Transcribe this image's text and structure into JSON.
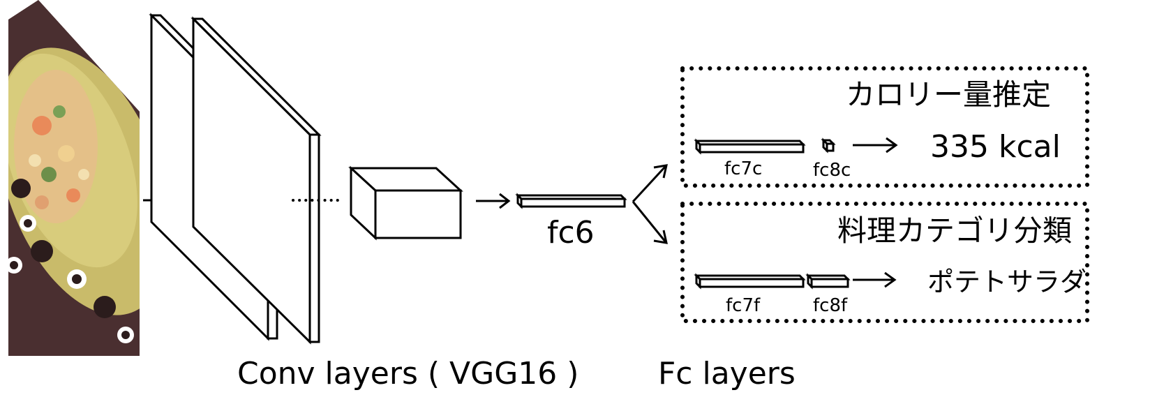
{
  "input": {
    "alt": "food photo (salad on a plate)"
  },
  "conv": {
    "caption": "Conv layers ( VGG16 )"
  },
  "fc6": {
    "label": "fc6"
  },
  "fc": {
    "caption": "Fc layers"
  },
  "branch_calorie": {
    "title": "カロリー量推定",
    "layer1": "fc7c",
    "layer2": "fc8c",
    "output": "335 kcal"
  },
  "branch_category": {
    "title": "料理カテゴリ分類",
    "layer1": "fc7f",
    "layer2": "fc8f",
    "output": "ポテトサラダ"
  }
}
